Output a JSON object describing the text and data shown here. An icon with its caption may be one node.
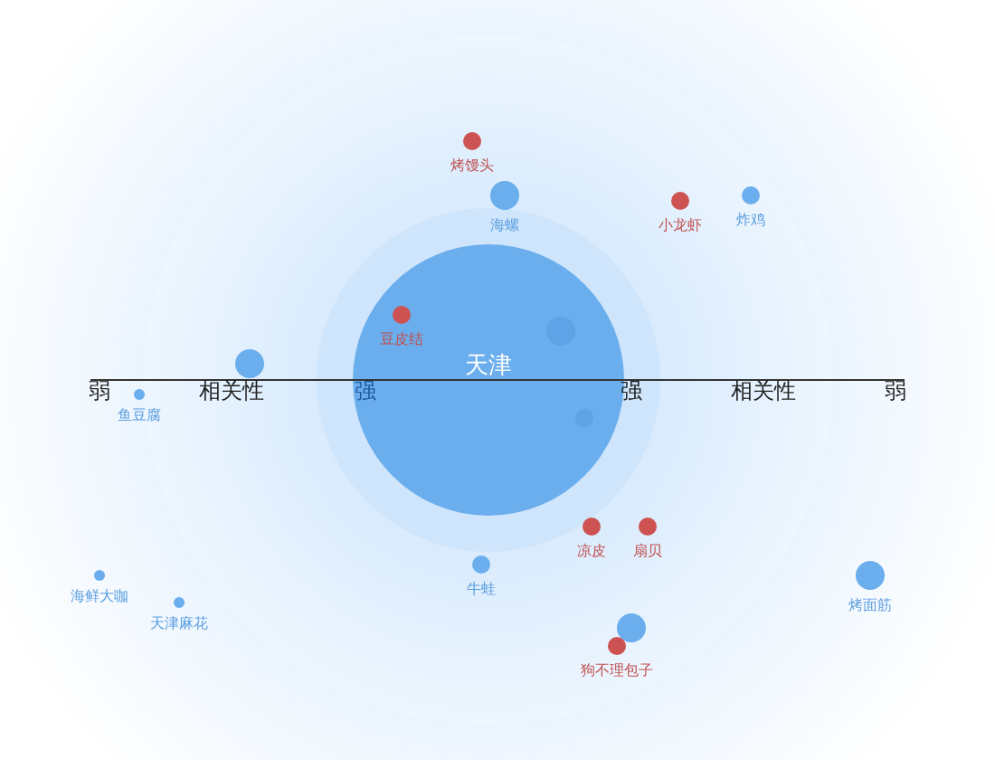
{
  "diagram": {
    "nodes": [
      {
        "text": [
          "天津"
        ]
      },
      {
        "text": [
          "烤馒头"
        ]
      },
      {
        "text": [
          "海螺"
        ]
      },
      {
        "text": [
          "小龙虾"
        ]
      },
      {
        "text": [
          "炸鸡"
        ]
      },
      {
        "text": [
          "豆皮结"
        ],
        "in": 0
      },
      {
        "text": [],
        "shape": "circle",
        "in": 0
      },
      {
        "text": [],
        "shape": "circle"
      },
      {
        "text": [
          "鱼豆腐"
        ]
      },
      {
        "text": [],
        "shape": "circle",
        "in": 0
      },
      {
        "text": [
          "凉皮"
        ]
      },
      {
        "text": [
          "扇贝"
        ]
      },
      {
        "text": [
          "牛蛙"
        ]
      },
      {
        "text": [
          "海鲜大咖"
        ]
      },
      {
        "text": [
          "烤面筋"
        ]
      },
      {
        "text": [
          "天津麻花"
        ]
      },
      {
        "text": [],
        "shape": "circle"
      },
      {
        "text": [
          "狗不理包子"
        ]
      }
    ],
    "labels": [
      "弱",
      "相关性",
      "强",
      "强",
      "相关性",
      "弱"
    ]
  }
}
